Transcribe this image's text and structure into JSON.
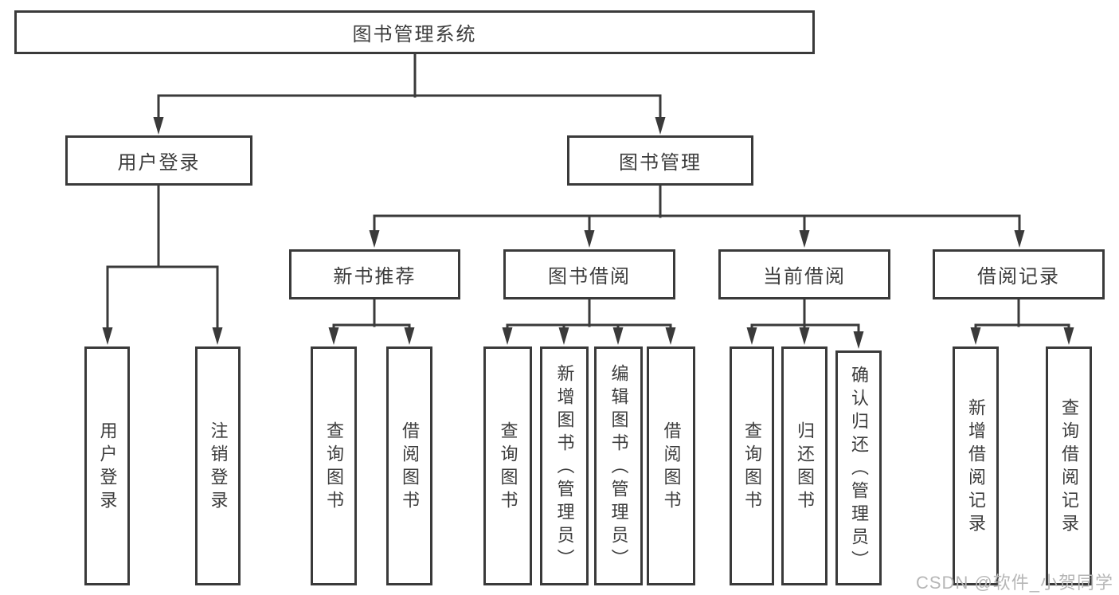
{
  "diagram_title": "图书管理系统",
  "colors": {
    "line": "#3a3a3a",
    "text": "#3c3c3c",
    "watermark": "#b6b6b6",
    "background": "#ffffff"
  },
  "tree": {
    "label": "图书管理系统",
    "children": [
      {
        "label": "用户登录",
        "children": [
          {
            "label": "用户登录"
          },
          {
            "label": "注销登录"
          }
        ]
      },
      {
        "label": "图书管理",
        "children": [
          {
            "label": "新书推荐",
            "children": [
              {
                "label": "查询图书"
              },
              {
                "label": "借阅图书"
              }
            ]
          },
          {
            "label": "图书借阅",
            "children": [
              {
                "label": "查询图书"
              },
              {
                "label": "新增图书（管理员）"
              },
              {
                "label": "编辑图书（管理员）"
              },
              {
                "label": "借阅图书"
              }
            ]
          },
          {
            "label": "当前借阅",
            "children": [
              {
                "label": "查询图书"
              },
              {
                "label": "归还图书"
              },
              {
                "label": "确认归还（管理员）"
              }
            ]
          },
          {
            "label": "借阅记录",
            "children": [
              {
                "label": "新增借阅记录"
              },
              {
                "label": "查询借阅记录"
              }
            ]
          }
        ]
      }
    ]
  },
  "watermark": {
    "text": "CSDN @软件_小贺同学"
  }
}
